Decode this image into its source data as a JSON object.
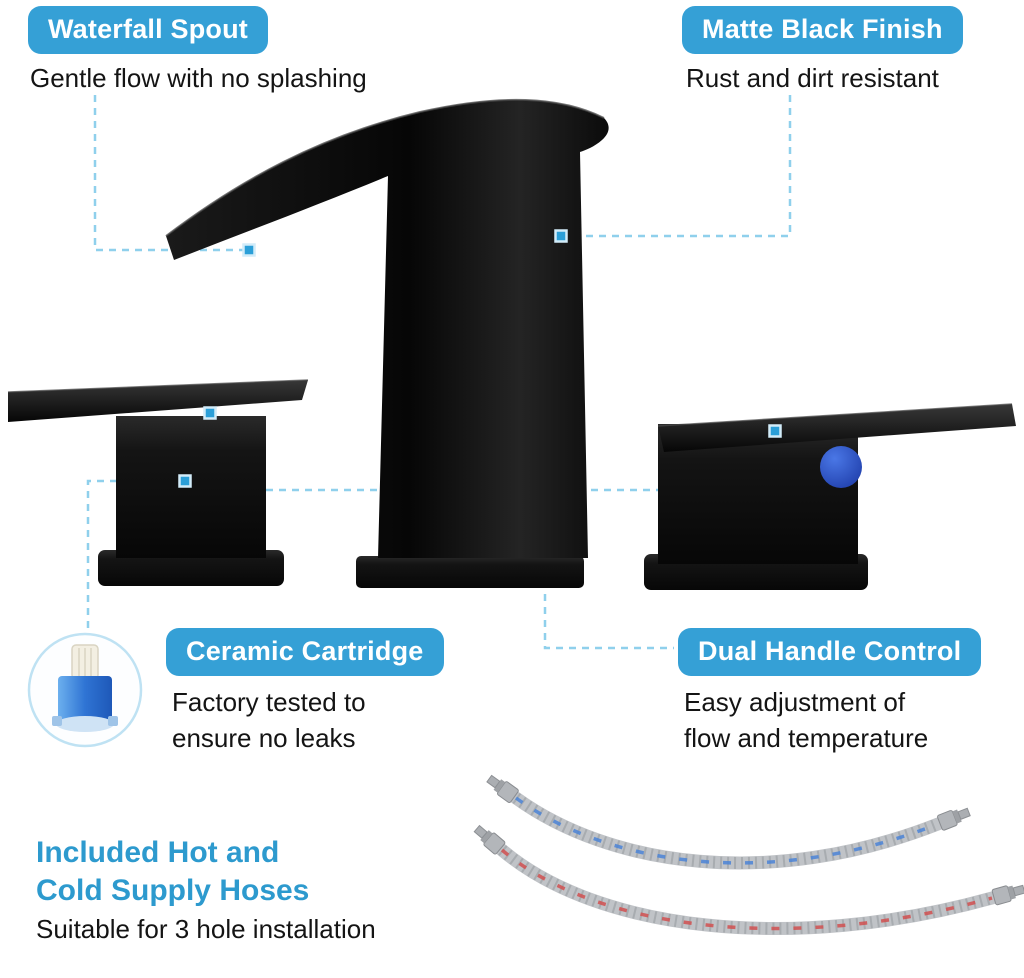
{
  "colors": {
    "badge_bg": "#35a0d6",
    "badge_text": "#ffffff",
    "connector": "#8fd0ec",
    "marker": "#2b9fd8",
    "heading_blue": "#2d9ace",
    "body_text": "#141414",
    "faucet_black": "#0d0d0d",
    "indicator_blue": "#2953cc",
    "hose_gray": "#c0c3c7",
    "hot_stripe": "#d05050",
    "cold_stripe": "#4b84d6"
  },
  "callouts": {
    "waterfall_spout": {
      "label": "Waterfall Spout",
      "description": "Gentle flow with no splashing"
    },
    "matte_black_finish": {
      "label": "Matte Black Finish",
      "description": "Rust and dirt resistant"
    },
    "ceramic_cartridge": {
      "label": "Ceramic Cartridge",
      "description_line1": "Factory tested to",
      "description_line2": "ensure no leaks"
    },
    "dual_handle_control": {
      "label": "Dual Handle Control",
      "description_line1": "Easy adjustment of",
      "description_line2": "flow and temperature"
    }
  },
  "supply_hoses": {
    "heading_line1": "Included Hot and",
    "heading_line2": "Cold Supply Hoses",
    "description": "Suitable for 3 hole installation"
  }
}
